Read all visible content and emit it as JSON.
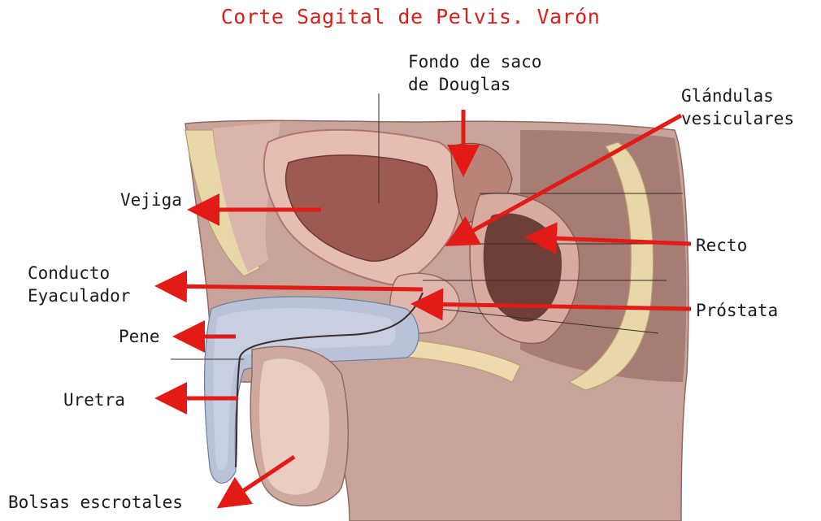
{
  "title": "Corte Sagital de Pelvis. Varón",
  "colors": {
    "title": "#d8211c",
    "arrow": "#e21b17",
    "text": "#1a1a1a"
  },
  "labels": {
    "fondo_line1": "Fondo de saco",
    "fondo_line2": "de Douglas",
    "glandulas_line1": "Glándulas",
    "glandulas_line2": "vesiculares",
    "vejiga": "Vejiga",
    "recto": "Recto",
    "conducto_line1": "Conducto",
    "conducto_line2": "Eyaculador",
    "prostata": "Próstata",
    "pene": "Pene",
    "uretra": "Uretra",
    "bolsas": "Bolsas escrotales"
  }
}
